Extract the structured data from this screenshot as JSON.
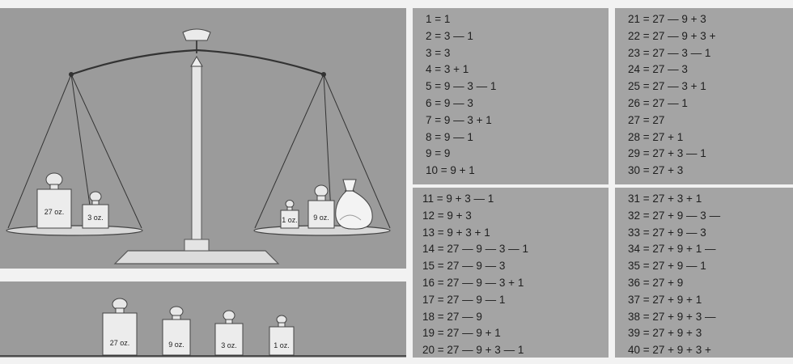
{
  "scale": {
    "left_pan_weights": [
      "27 oz.",
      "3 oz."
    ],
    "right_pan_weights": [
      "1 oz.",
      "9 oz."
    ]
  },
  "weight_set": [
    "27 oz.",
    "9 oz.",
    "3 oz.",
    "1 oz."
  ],
  "equations": [
    [
      "1 = 1",
      "2 = 3 — 1",
      "3 = 3",
      "4 = 3 + 1",
      "5 = 9 — 3 — 1",
      "6 = 9 — 3",
      "7 = 9 — 3 + 1",
      "8 = 9 — 1",
      "9 = 9",
      "10 = 9 + 1"
    ],
    [
      "11 = 9 + 3 — 1",
      "12 = 9 + 3",
      "13 = 9 + 3 + 1",
      "14 = 27 — 9 — 3 — 1",
      "15 = 27 — 9 — 3",
      "16 = 27 — 9 — 3 + 1",
      "17 = 27 — 9 — 1",
      "18 = 27 — 9",
      "19 = 27 — 9 + 1",
      "20 = 27 — 9 + 3 — 1"
    ],
    [
      "21 = 27 — 9 + 3",
      "22 = 27 — 9 + 3 +",
      "23 = 27 — 3 — 1",
      "24 = 27 — 3",
      "25 = 27 — 3 + 1",
      "26 = 27 — 1",
      "27 = 27",
      "28 = 27 + 1",
      "29 = 27 + 3 — 1",
      "30 = 27 + 3"
    ],
    [
      "31 = 27 + 3 + 1",
      "32 = 27 + 9 — 3 —",
      "33 = 27 + 9 — 3",
      "34 = 27 + 9 + 1 —",
      "35 = 27 + 9 — 1",
      "36 = 27 + 9",
      "37 = 27 + 9 + 1",
      "38 = 27 + 9 + 3 —",
      "39 = 27 + 9 + 3",
      "40 = 27 + 9 + 3 +"
    ]
  ]
}
